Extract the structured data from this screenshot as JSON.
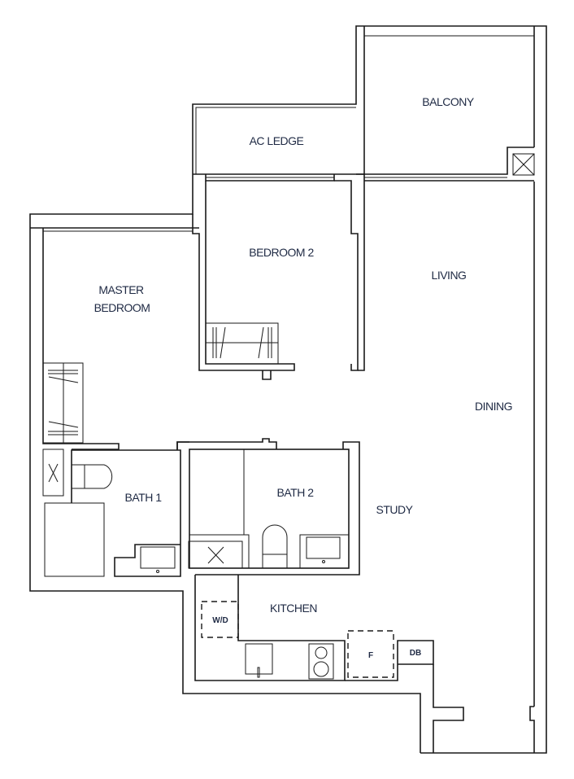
{
  "rooms": {
    "balcony": "BALCONY",
    "ac_ledge": "AC LEDGE",
    "bedroom2": "BEDROOM 2",
    "living": "LIVING",
    "master_line1": "MASTER",
    "master_line2": "BEDROOM",
    "dining": "DINING",
    "bath1": "BATH 1",
    "bath2": "BATH 2",
    "study": "STUDY",
    "kitchen": "KITCHEN"
  },
  "fixtures": {
    "washer_dryer": "W/D",
    "fridge": "F",
    "distribution_board": "DB"
  }
}
